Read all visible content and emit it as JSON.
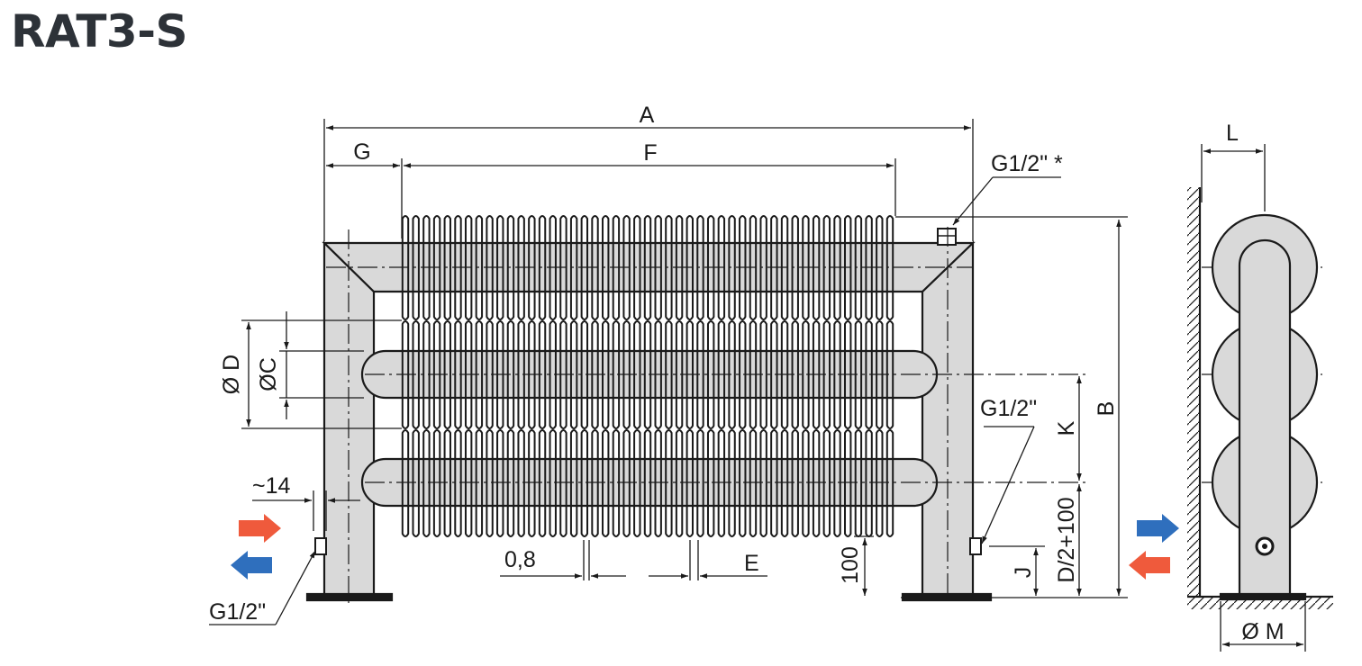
{
  "title": "RAT3-S",
  "labels": {
    "A": "A",
    "F": "F",
    "G": "G",
    "B": "B",
    "K": "K",
    "L": "L",
    "J": "J",
    "E": "E",
    "phiD": "Ø D",
    "phiC": "ØC",
    "phiM": "Ø M",
    "approx14": "~14",
    "t08": "0,8",
    "h100": "100",
    "d2plus100": "D/2+100",
    "g12_top": "G1/2\" *",
    "g12_right": "G1/2\"",
    "g12_left": "G1/2\""
  },
  "colors": {
    "line": "#1a1a1a",
    "fill": "#d9d9d9",
    "title": "#2d3238",
    "supply_arrow": "#ef5a3c",
    "return_arrow": "#2f6fbd"
  },
  "icons": {
    "supply": "arrow-right-icon",
    "return": "arrow-left-icon"
  }
}
